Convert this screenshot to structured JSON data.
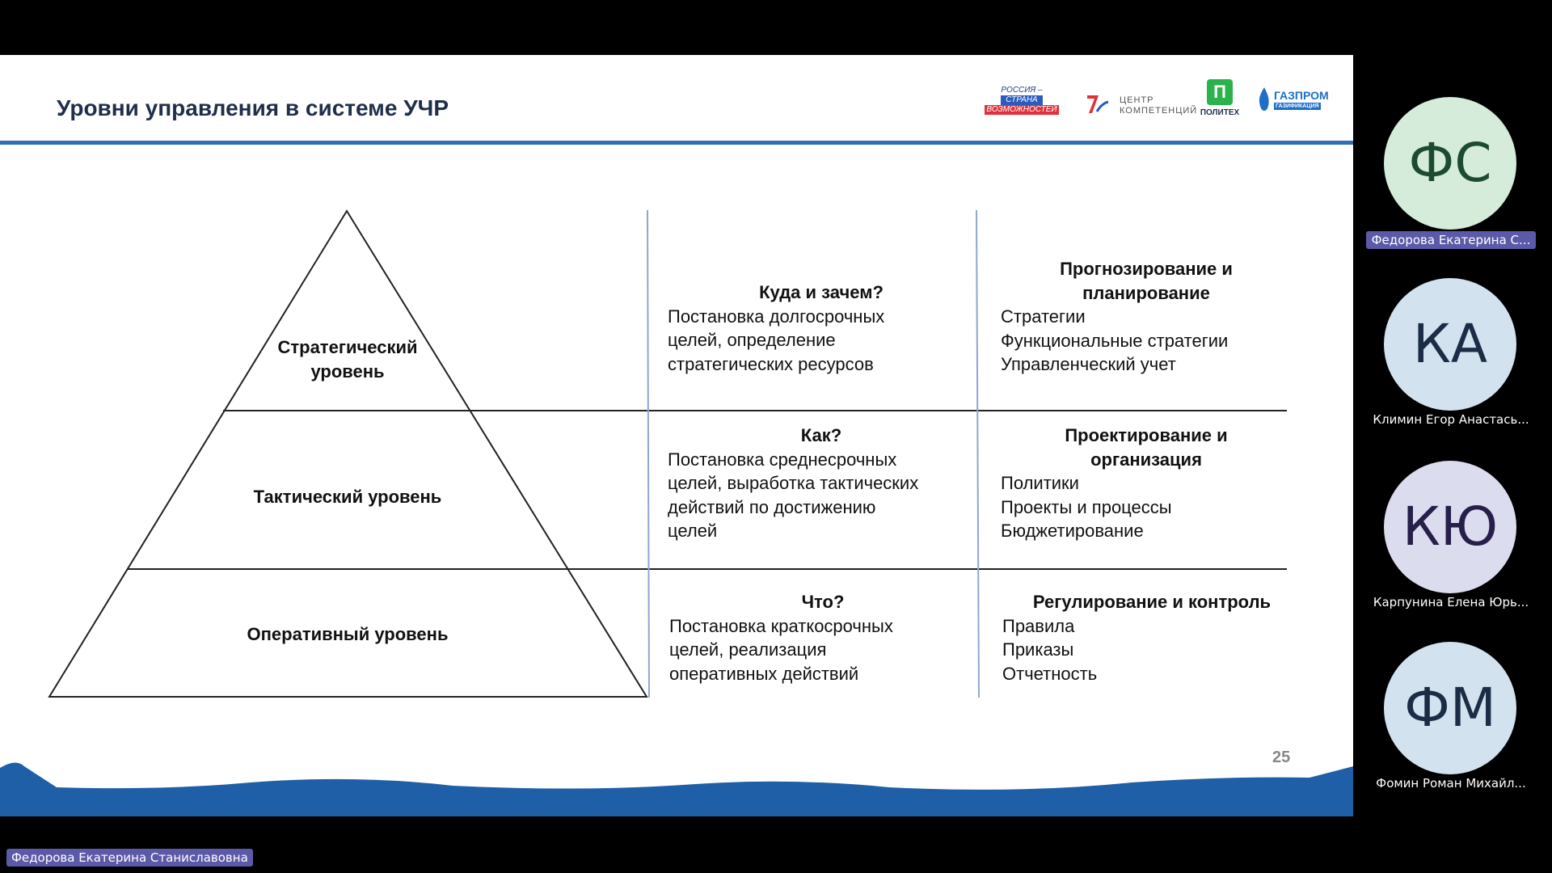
{
  "slide": {
    "title": "Уровни управления в системе УЧР",
    "page_number": "25",
    "logos": {
      "russia": [
        "РОССИЯ –",
        "СТРАНА",
        "ВОЗМОЖНОСТЕЙ"
      ],
      "competence_center": [
        "ЦЕНТР",
        "КОМПЕТЕНЦИЙ"
      ],
      "politeh_mark": "П",
      "politeh": "ПОЛИТЕХ",
      "gazprom": [
        "ГАЗПРОМ",
        "ГАЗИФИКАЦИЯ"
      ]
    },
    "levels": [
      {
        "name": "Стратегический уровень",
        "name_lines": [
          "Стратегический",
          "уровень"
        ],
        "question": "Куда и зачем?",
        "question_lines": [
          "Постановка долгосрочных",
          "целей, определение",
          "стратегических ресурсов"
        ],
        "tools_title": [
          "Прогнозирование и",
          "планирование"
        ],
        "tools": [
          "Стратегии",
          "Функциональные стратегии",
          "Управленческий учет"
        ]
      },
      {
        "name": "Тактический уровень",
        "name_lines": [
          "Тактический уровень"
        ],
        "question": "Как?",
        "question_lines": [
          "Постановка среднесрочных",
          "целей, выработка тактических",
          "действий по достижению",
          "целей"
        ],
        "tools_title": [
          "Проектирование и",
          "организация"
        ],
        "tools": [
          "Политики",
          "Проекты и процессы",
          "Бюджетирование"
        ]
      },
      {
        "name": "Оперативный уровень",
        "name_lines": [
          "Оперативный уровень"
        ],
        "question": "Что?",
        "question_lines": [
          "Постановка краткосрочных",
          "целей, реализация",
          "оперативных действий"
        ],
        "tools_title": [
          "Регулирование и контроль"
        ],
        "tools": [
          "Правила",
          "Приказы",
          "Отчетность"
        ]
      }
    ]
  },
  "presenter": "Федорова Екатерина Станиславовна",
  "participants": [
    {
      "initials": "ФС",
      "name": "Федорова Екатерина С...",
      "avatar_bg": "#d4ecd9",
      "avatar_fg": "#1d4a33",
      "active": true
    },
    {
      "initials": "КА",
      "name": "Климин Егор Анастась...",
      "avatar_bg": "#d2e2ef",
      "avatar_fg": "#1b2d45",
      "active": false
    },
    {
      "initials": "КЮ",
      "name": "Карпунина Елена Юрь...",
      "avatar_bg": "#dcdcef",
      "avatar_fg": "#261f4a",
      "active": false
    },
    {
      "initials": "ФМ",
      "name": "Фомин Роман Михайл...",
      "avatar_bg": "#d2e2ef",
      "avatar_fg": "#1b2d45",
      "active": false
    }
  ],
  "colors": {
    "accent_blue": "#2f6db4",
    "wave_blue": "#1f5fa8",
    "name_tag": "#5b5aa8"
  }
}
